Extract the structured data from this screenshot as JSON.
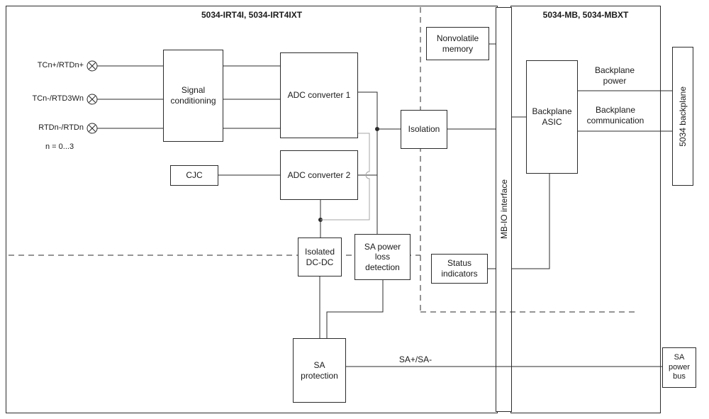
{
  "diagram": {
    "left_module": {
      "title": "5034-IRT4I, 5034-IRT4IXT",
      "terminals": [
        {
          "label": "TCn+/RTDn+"
        },
        {
          "label": "TCn-/RTD3Wn"
        },
        {
          "label": "RTDn-/RTDn"
        }
      ],
      "terminal_note": "n = 0...3",
      "blocks": {
        "signal_conditioning": "Signal conditioning",
        "adc_converter_1": "ADC converter 1",
        "cjc": "CJC",
        "adc_converter_2": "ADC converter 2",
        "isolation": "Isolation",
        "nonvolatile_memory": "Nonvolatile memory",
        "isolated_dc_dc": "Isolated DC-DC",
        "sa_power_loss_detection": "SA power loss detection",
        "status_indicators": "Status indicators",
        "sa_protection": "SA protection"
      },
      "mb_io_interface": "MB-IO interface"
    },
    "right_module": {
      "title": "5034-MB, 5034-MBXT",
      "blocks": {
        "backplane_asic": "Backplane ASIC"
      },
      "wire_labels": {
        "backplane_power": "Backplane power",
        "backplane_communication": "Backplane communication",
        "sa_bus": "SA+/SA-"
      },
      "backplane_bar": "5034 backplane",
      "sa_power_bus": "SA power bus"
    },
    "colors": {
      "line": "#2b2b2b",
      "gray_line": "#a5a5a5",
      "text": "#1a1a1a",
      "background": "#ffffff"
    }
  }
}
